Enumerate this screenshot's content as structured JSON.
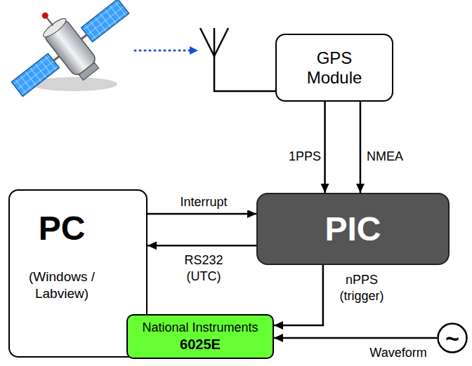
{
  "diagram": {
    "nodes": [
      {
        "text": [
          "GPS Module"
        ]
      },
      {
        "text": [
          "PIC"
        ]
      },
      {
        "text": [
          "PC",
          "(Windows / Labview)"
        ]
      },
      {
        "text": [
          "National Instruments",
          "6025E"
        ]
      },
      {
        "text": [
          "~"
        ]
      }
    ],
    "edges": [
      {
        "from": 0,
        "to": 1,
        "label": "1PPS",
        "arrow": "to"
      },
      {
        "from": 0,
        "to": 1,
        "label": "NMEA",
        "arrow": "to"
      },
      {
        "from": 2,
        "to": 1,
        "label": "Interrupt",
        "arrow": "to"
      },
      {
        "from": 1,
        "to": 2,
        "label": "RS232 (UTC)",
        "arrow": "to"
      },
      {
        "from": 1,
        "to": 3,
        "label": "nPPS (trigger)",
        "arrow": "to"
      },
      {
        "from": 4,
        "to": 3,
        "label": "Waveform",
        "arrow": "to"
      }
    ]
  }
}
